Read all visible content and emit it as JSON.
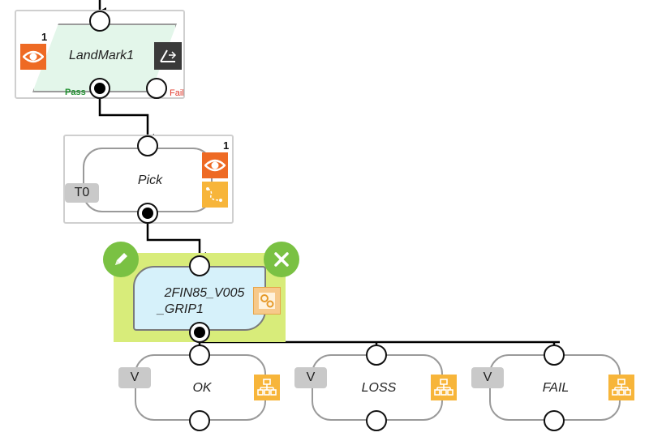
{
  "nodes": {
    "landmark": {
      "label": "LandMark1",
      "count": "1",
      "pass_label": "Pass",
      "fail_label": "Fail"
    },
    "pick": {
      "label": "Pick",
      "count": "1",
      "tag": "T0"
    },
    "grip": {
      "label_line1": "2FIN85_V005",
      "label_line2": "_GRIP1"
    },
    "outcomes": [
      {
        "tag": "V",
        "label": "OK"
      },
      {
        "tag": "V",
        "label": "LOSS"
      },
      {
        "tag": "V",
        "label": "FAIL"
      }
    ]
  },
  "colors": {
    "vision_icon": "#ee6a24",
    "subflow_icon": "#f7b53a",
    "landmark_fill": "#e3f6ea",
    "grip_fill": "#d6f1fa",
    "selection_highlight": "#d8ec7a",
    "edit_button": "#7ac143",
    "close_button": "#7ac143"
  },
  "icons": [
    "vision-eye-icon",
    "landmark-transform-icon",
    "path-icon",
    "gripper-settings-icon",
    "subflow-icon",
    "edit-pencil-icon",
    "close-x-icon"
  ]
}
